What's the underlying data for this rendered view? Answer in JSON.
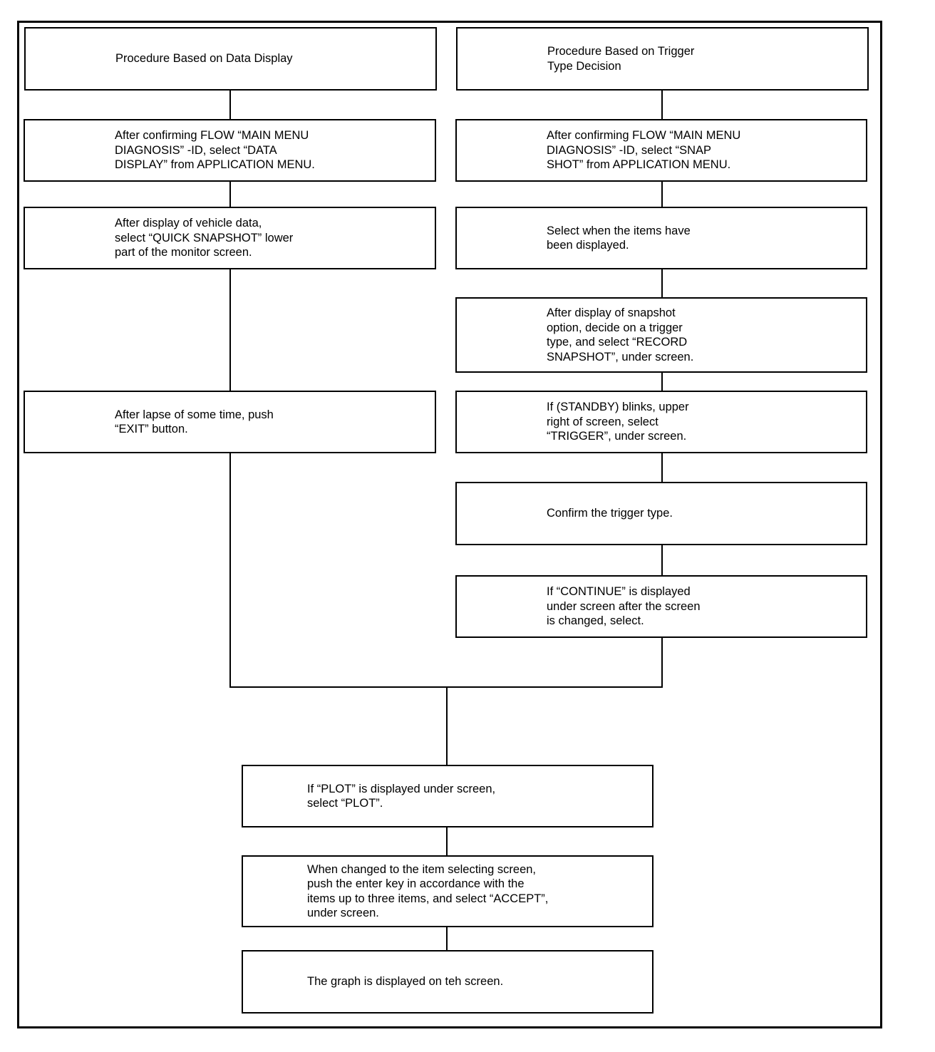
{
  "flowchart": {
    "left_column": {
      "header": "Procedure Based on Data Display",
      "steps": [
        "After confirming FLOW “MAIN MENU\nDIAGNOSIS” -ID, select “DATA\nDISPLAY” from APPLICATION MENU.",
        "After display of vehicle data,\nselect “QUICK SNAPSHOT” lower\npart of the monitor screen.",
        "After lapse of some time, push\n“EXIT” button."
      ]
    },
    "right_column": {
      "header": "Procedure Based on Trigger\nType Decision",
      "steps": [
        "After confirming FLOW “MAIN MENU\nDIAGNOSIS” -ID, select “SNAP\nSHOT” from APPLICATION MENU.",
        "Select when the items have\nbeen displayed.",
        "After display of snapshot\noption, decide on a trigger\ntype, and select “RECORD\nSNAPSHOT”, under screen.",
        "If (STANDBY) blinks, upper\nright of screen, select\n“TRIGGER”, under screen.",
        "Confirm the trigger type.",
        "If “CONTINUE” is displayed\nunder screen after the screen\nis changed, select."
      ]
    },
    "merged_steps": [
      "If “PLOT” is displayed under screen,\nselect “PLOT”.",
      "When changed to the item selecting screen,\npush the enter key in accordance with the\nitems up to three items, and select “ACCEPT”,\nunder screen.",
      "The graph is displayed on teh screen."
    ]
  }
}
